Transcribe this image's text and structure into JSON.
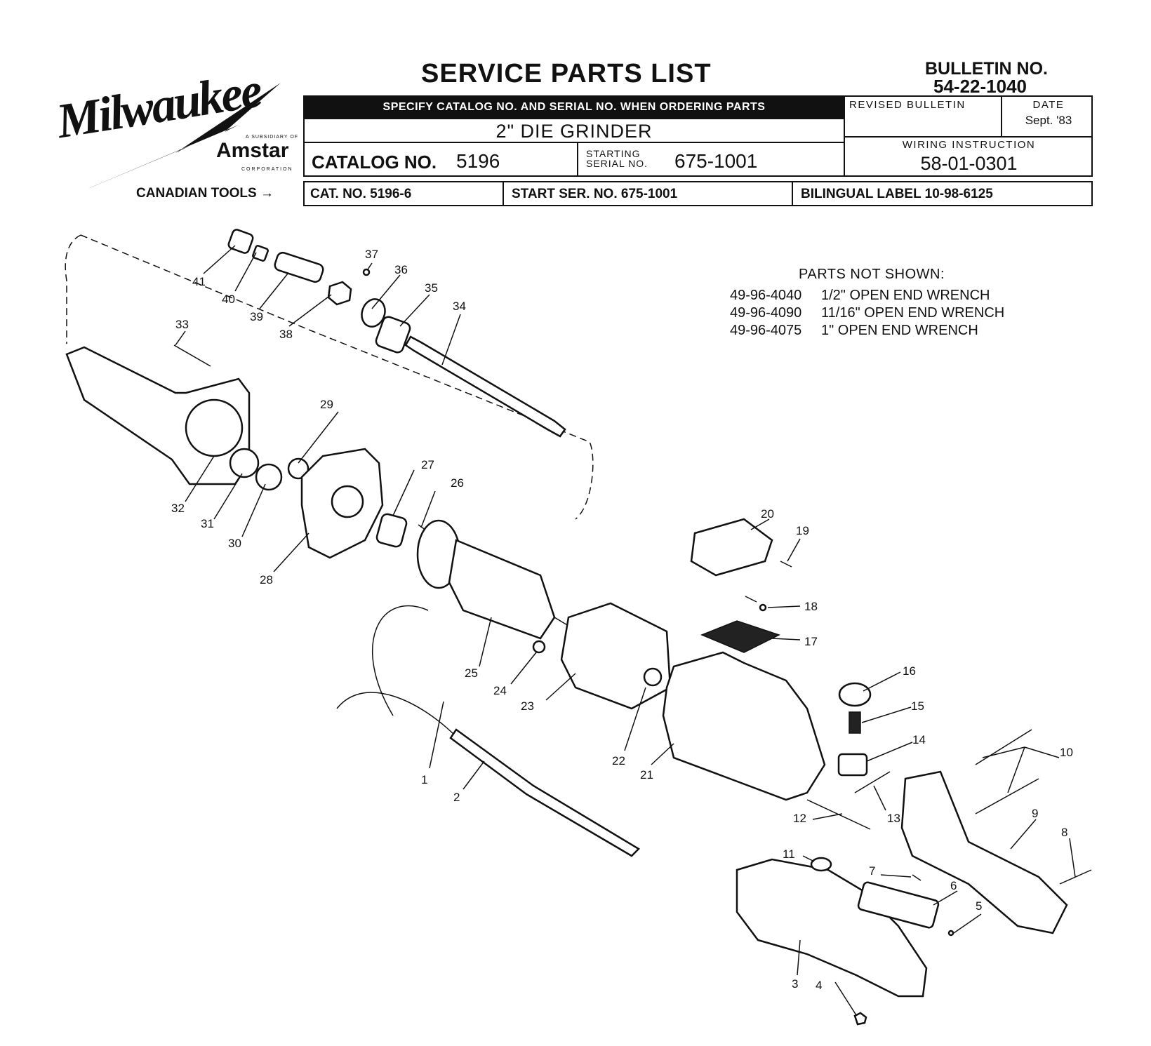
{
  "brand": {
    "wordmark": "Milwaukee",
    "subsidiary_line": "A SUBSIDIARY OF",
    "parent": "Amstar",
    "parent_suffix": "CORPORATION",
    "canadian_tools": "CANADIAN TOOLS"
  },
  "header": {
    "title": "SERVICE PARTS LIST",
    "bulletin_label": "BULLETIN NO.",
    "bulletin_number": "54-22-1040",
    "order_note": "SPECIFY CATALOG NO. AND SERIAL NO. WHEN ORDERING PARTS",
    "product_name": "2\" DIE GRINDER",
    "revised_bulletin_label": "REVISED BULLETIN",
    "date_label": "DATE",
    "date_value": "Sept. '83",
    "wiring_label": "WIRING INSTRUCTION",
    "wiring_value": "58-01-0301",
    "catalog_label": "CATALOG NO.",
    "catalog_value": "5196",
    "starting_serial_label": "STARTING SERIAL NO.",
    "starting_serial_value": "675-1001"
  },
  "canadian": {
    "cat": "CAT. NO.  5196-6",
    "start_ser": "START SER. NO.   675-1001",
    "bilingual": "BILINGUAL LABEL   10-98-6125"
  },
  "parts_not_shown": {
    "title": "PARTS NOT SHOWN:",
    "items": [
      {
        "number": "49-96-4040",
        "description": "1/2\" OPEN END WRENCH"
      },
      {
        "number": "49-96-4090",
        "description": "11/16\" OPEN END WRENCH"
      },
      {
        "number": "49-96-4075",
        "description": "1\" OPEN END WRENCH"
      }
    ]
  },
  "callouts": [
    "1",
    "2",
    "3",
    "4",
    "5",
    "6",
    "7",
    "8",
    "9",
    "10",
    "11",
    "12",
    "13",
    "14",
    "15",
    "16",
    "17",
    "18",
    "19",
    "20",
    "21",
    "22",
    "23",
    "24",
    "25",
    "26",
    "27",
    "28",
    "29",
    "30",
    "31",
    "32",
    "33",
    "34",
    "35",
    "36",
    "37",
    "38",
    "39",
    "40",
    "41"
  ]
}
